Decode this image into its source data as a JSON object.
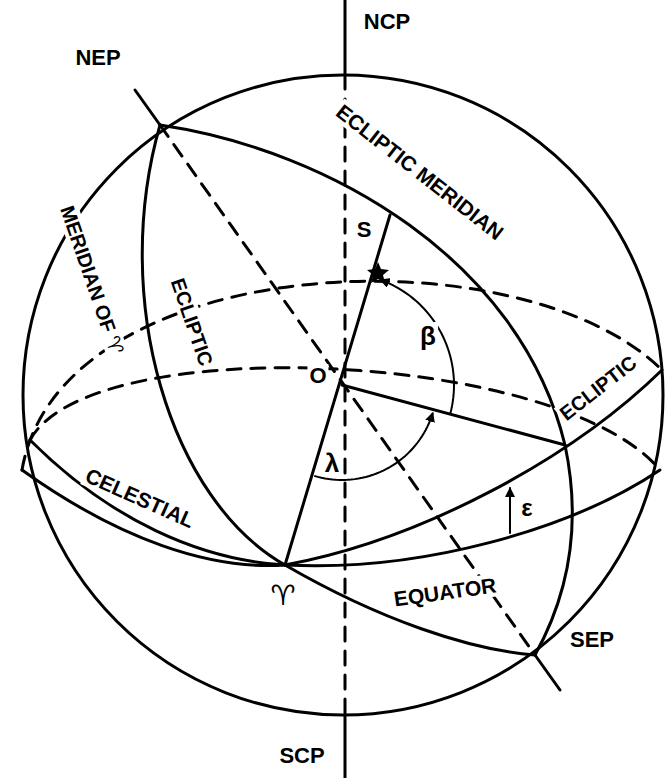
{
  "diagram": {
    "labels": [
      "NCP",
      "NEP",
      "ECLIPTIC MERIDIAN",
      "S",
      "MERIDIAN OF ♈",
      "ECLIPTIC",
      "β",
      "O",
      "λ",
      "CELESTIAL",
      "ECLIPTIC",
      "ε",
      "♈",
      "EQUATOR",
      "SEP",
      "SCP"
    ]
  }
}
